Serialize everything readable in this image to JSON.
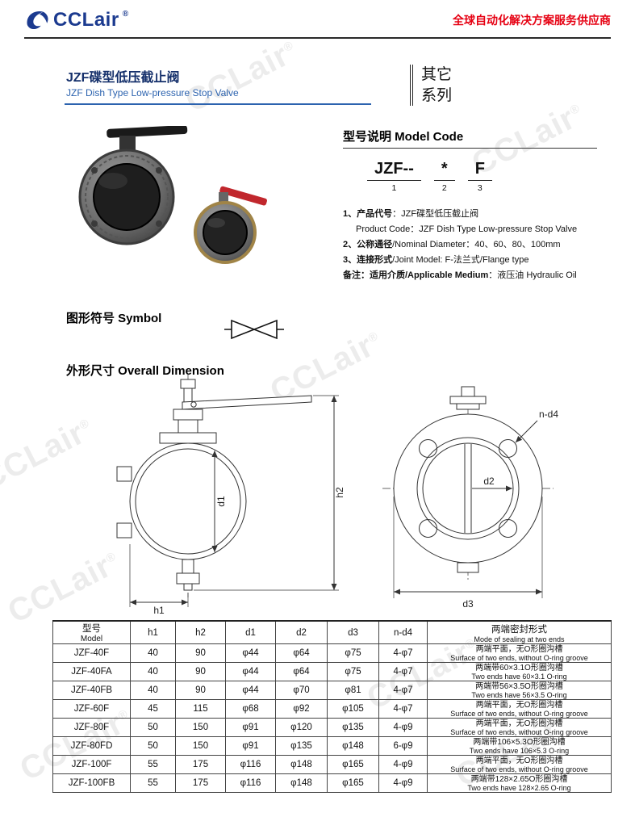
{
  "watermark": {
    "text": "CCLair",
    "reg": "®"
  },
  "header": {
    "logo_text": "CCLair",
    "logo_reg": "®",
    "tagline": "全球自动化解决方案服务供应商"
  },
  "title": {
    "zh": "JZF碟型低压截止阀",
    "en": "JZF Dish Type Low-pressure Stop Valve",
    "series_line1": "其它",
    "series_line2": "系列"
  },
  "model_code": {
    "heading": "型号说明 Model Code",
    "code": "JZF--",
    "star": "*",
    "suffix": "F",
    "nums": [
      "1",
      "2",
      "3"
    ],
    "items": [
      {
        "bold": "1、产品代号",
        "rest": "：JZF碟型低压截止阀",
        "indent": false
      },
      {
        "bold": "",
        "rest": "Product Code：JZF Dish Type Low-pressure Stop Valve",
        "indent": true
      },
      {
        "bold": "2、公称通径",
        "rest": "/Nominal Diameter：40、60、80、100mm",
        "indent": false
      },
      {
        "bold": "3、连接形式",
        "rest": "/Joint Model: F-法兰式/Flange type",
        "indent": false
      },
      {
        "bold": "备注：适用介质/Applicable Medium",
        "rest": "：液压油  Hydraulic Oil",
        "indent": false
      }
    ]
  },
  "symbol": {
    "heading": "图形符号 Symbol"
  },
  "dimension": {
    "heading": "外形尺寸 Overall Dimension",
    "labels": {
      "h1": "h1",
      "h2": "h2",
      "d1": "d1",
      "d2": "d2",
      "d3": "d3",
      "nd4": "n-d4"
    }
  },
  "table": {
    "headers": {
      "model_zh": "型号",
      "model_en": "Model",
      "cols": [
        "h1",
        "h2",
        "d1",
        "d2",
        "d3",
        "n-d4"
      ],
      "seal_zh": "两端密封形式",
      "seal_en": "Mode of sealing at two ends"
    },
    "rows": [
      {
        "model": "JZF-40F",
        "h1": "40",
        "h2": "90",
        "d1": "φ44",
        "d2": "φ64",
        "d3": "φ75",
        "nd4": "4-φ7",
        "seal_zh": "两端平面，无O形圈沟槽",
        "seal_en": "Surface of two ends, without O-ring groove"
      },
      {
        "model": "JZF-40FA",
        "h1": "40",
        "h2": "90",
        "d1": "φ44",
        "d2": "φ64",
        "d3": "φ75",
        "nd4": "4-φ7",
        "seal_zh": "两端带60×3.1O形圈沟槽",
        "seal_en": "Two ends have 60×3.1 O-ring"
      },
      {
        "model": "JZF-40FB",
        "h1": "40",
        "h2": "90",
        "d1": "φ44",
        "d2": "φ70",
        "d3": "φ81",
        "nd4": "4-φ7",
        "seal_zh": "两端带56×3.5O形圈沟槽",
        "seal_en": "Two ends have 56×3.5 O-ring"
      },
      {
        "model": "JZF-60F",
        "h1": "45",
        "h2": "115",
        "d1": "φ68",
        "d2": "φ92",
        "d3": "φ105",
        "nd4": "4-φ7",
        "seal_zh": "两端平面，无O形圈沟槽",
        "seal_en": "Surface of two ends, without O-ring groove"
      },
      {
        "model": "JZF-80F",
        "h1": "50",
        "h2": "150",
        "d1": "φ91",
        "d2": "φ120",
        "d3": "φ135",
        "nd4": "4-φ9",
        "seal_zh": "两端平面，无O形圈沟槽",
        "seal_en": "Surface of two ends, without O-ring groove"
      },
      {
        "model": "JZF-80FD",
        "h1": "50",
        "h2": "150",
        "d1": "φ91",
        "d2": "φ135",
        "d3": "φ148",
        "nd4": "6-φ9",
        "seal_zh": "两端带106×5.3O形圈沟槽",
        "seal_en": "Two ends have 106×5.3 O-ring"
      },
      {
        "model": "JZF-100F",
        "h1": "55",
        "h2": "175",
        "d1": "φ116",
        "d2": "φ148",
        "d3": "φ165",
        "nd4": "4-φ9",
        "seal_zh": "两端平面，无O形圈沟槽",
        "seal_en": "Surface of two ends, without O-ring groove"
      },
      {
        "model": "JZF-100FB",
        "h1": "55",
        "h2": "175",
        "d1": "φ116",
        "d2": "φ148",
        "d3": "φ165",
        "nd4": "4-φ9",
        "seal_zh": "两端带128×2.65O形圈沟槽",
        "seal_en": "Two ends have 128×2.65 O-ring"
      }
    ]
  }
}
